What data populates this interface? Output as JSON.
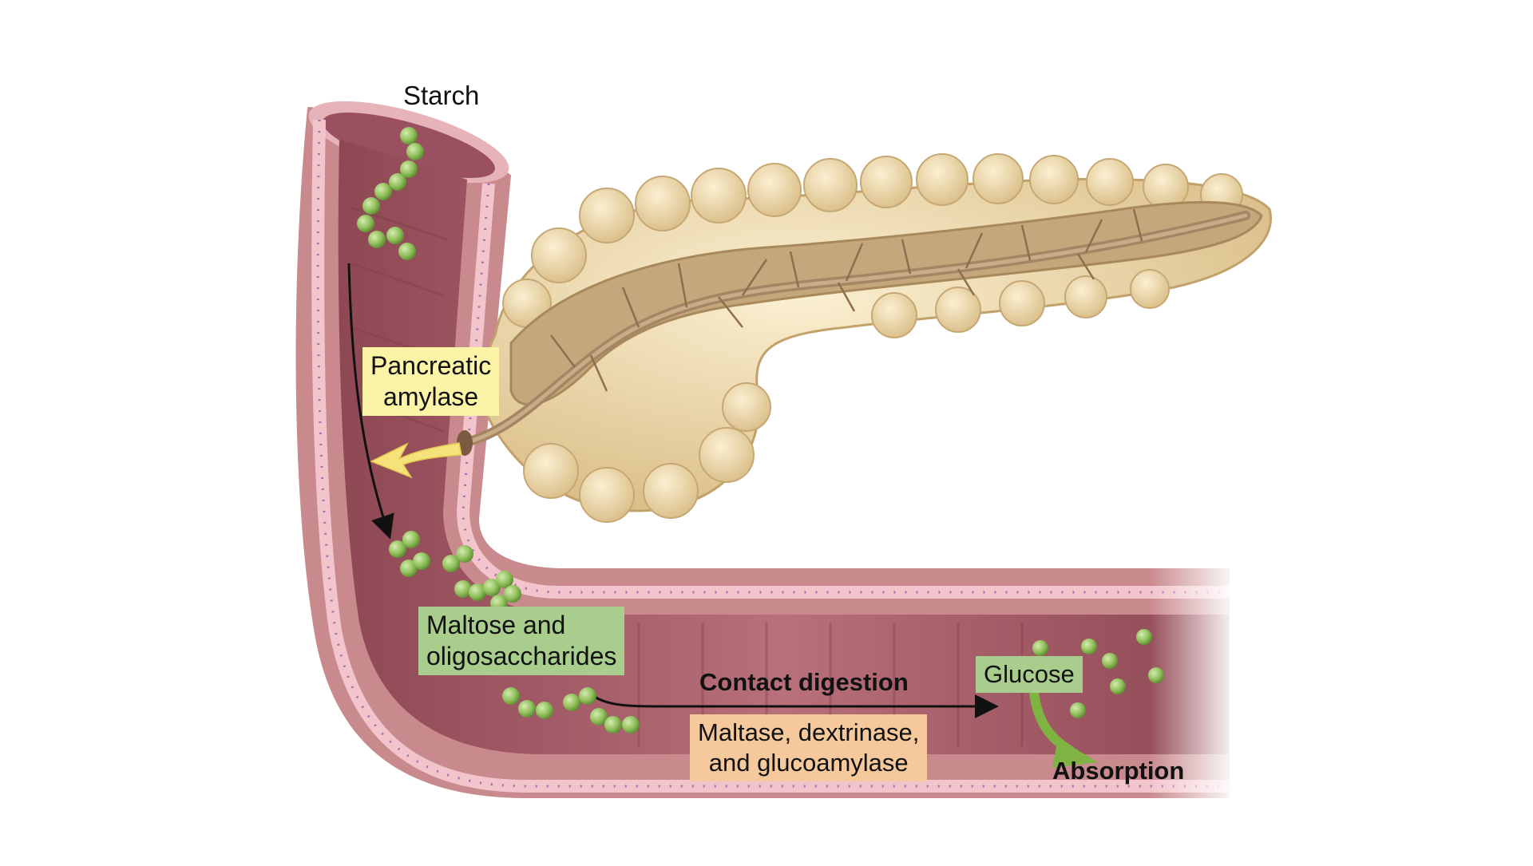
{
  "diagram": {
    "labels": {
      "starch": "Starch",
      "pancreatic_amylase": "Pancreatic\namylase",
      "maltose_oligosaccharides": "Maltose and\noligosaccharides",
      "contact_digestion": "Contact digestion",
      "brush_border_enzymes": "Maltase, dextrinase,\nand glucoamylase",
      "glucose": "Glucose",
      "absorption": "Absorption"
    },
    "colors": {
      "intestine_wall": "#c98a8e",
      "intestine_lumen": "#a65a66",
      "epithelium": "#f2c4cc",
      "pancreas": "#e8d2a0",
      "pancreatic_duct": "#b49673",
      "molecule_green": "#8fbf5a",
      "amylase_box": "#fbf4a6",
      "sugar_box": "#a9cd8c",
      "enzyme_box": "#f5c99b",
      "absorption_arrow": "#7fb342",
      "amylase_arrow": "#f6e27a"
    },
    "icons": [
      "starch-chain-icon",
      "oligosaccharide-chain-icon",
      "glucose-molecule-icon",
      "flow-arrow-icon",
      "absorption-arrow-icon"
    ]
  }
}
